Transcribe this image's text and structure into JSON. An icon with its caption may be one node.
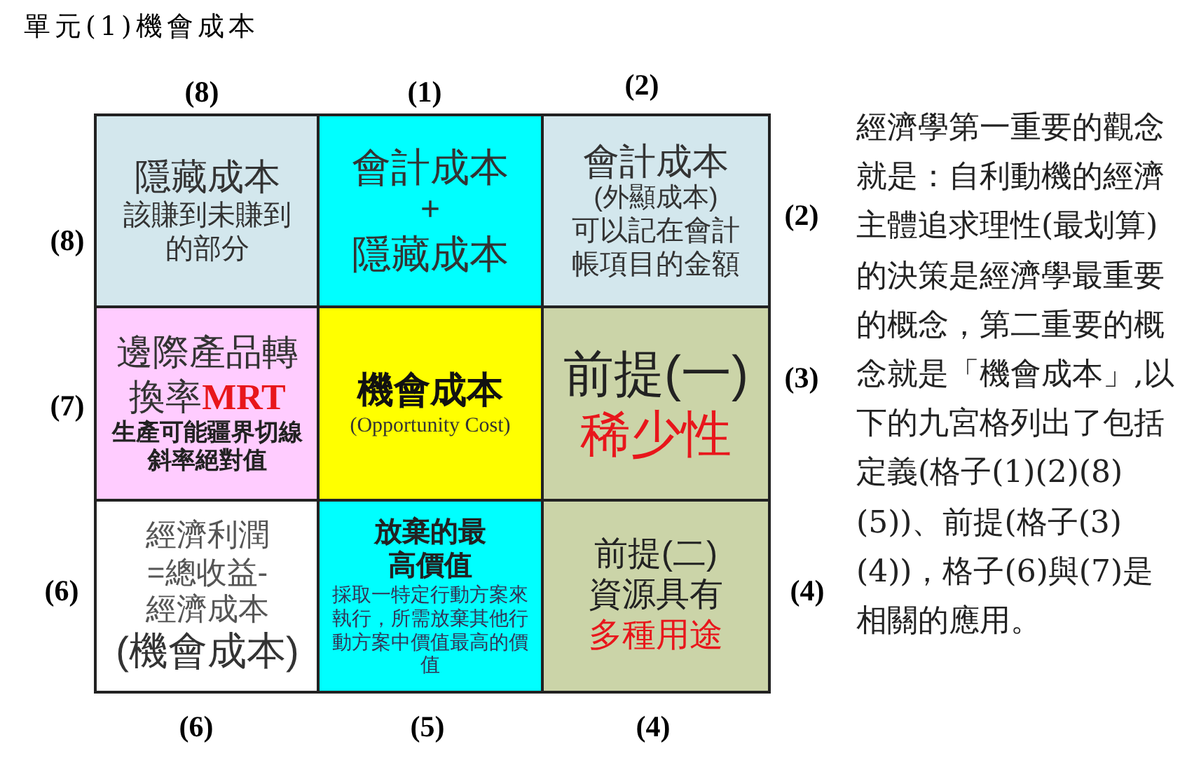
{
  "diagram": {
    "title": "單元(1)機會成本",
    "nodes": [
      {
        "text": [
          "隱藏成本",
          "該賺到未賺到的部分"
        ],
        "beside": [
          "(8)",
          "(8)"
        ]
      },
      {
        "text": [
          "會計成本",
          "+",
          "隱藏成本"
        ],
        "beside": [
          "(1)"
        ]
      },
      {
        "text": [
          "會計成本",
          "(外顯成本)",
          "可以記在會計帳項目的金額"
        ],
        "beside": [
          "(2)",
          "(2)"
        ]
      },
      {
        "text": [
          "邊際產品轉換率**MRT**",
          "生產可能疆界切線斜率絕對值"
        ],
        "beside": [
          "(7)"
        ]
      },
      {
        "text": [
          "機會成本",
          "(Opportunity Cost)"
        ]
      },
      {
        "text": [
          "前提(一)",
          "稀少性"
        ],
        "beside": [
          "(3)"
        ]
      },
      {
        "text": [
          "經濟利潤=總收益-經濟成本",
          "(機會成本)"
        ],
        "beside": [
          "(6)",
          "(6)"
        ]
      },
      {
        "text": [
          "放棄的最高價值",
          "採取一特定行動方案來執行，所需放棄其他行動方案中價值最高的價值"
        ],
        "beside": [
          "(5)"
        ]
      },
      {
        "text": [
          "前提(二)",
          "資源具有",
          "多種用途"
        ],
        "beside": [
          "(4)",
          "(4)"
        ]
      }
    ],
    "labels": [
      "經濟學第一重要的觀念就是：自利動機的經濟主體追求理性(最划算)的決策是經濟學最重要的概念，第二重要的概念就是「機會成本」,以下的九宮格列出了包括定義(格子(1)(2)(8)(5))、前提(格子(3)(4))，格子(6)與(7)是相關的應用。"
    ]
  }
}
